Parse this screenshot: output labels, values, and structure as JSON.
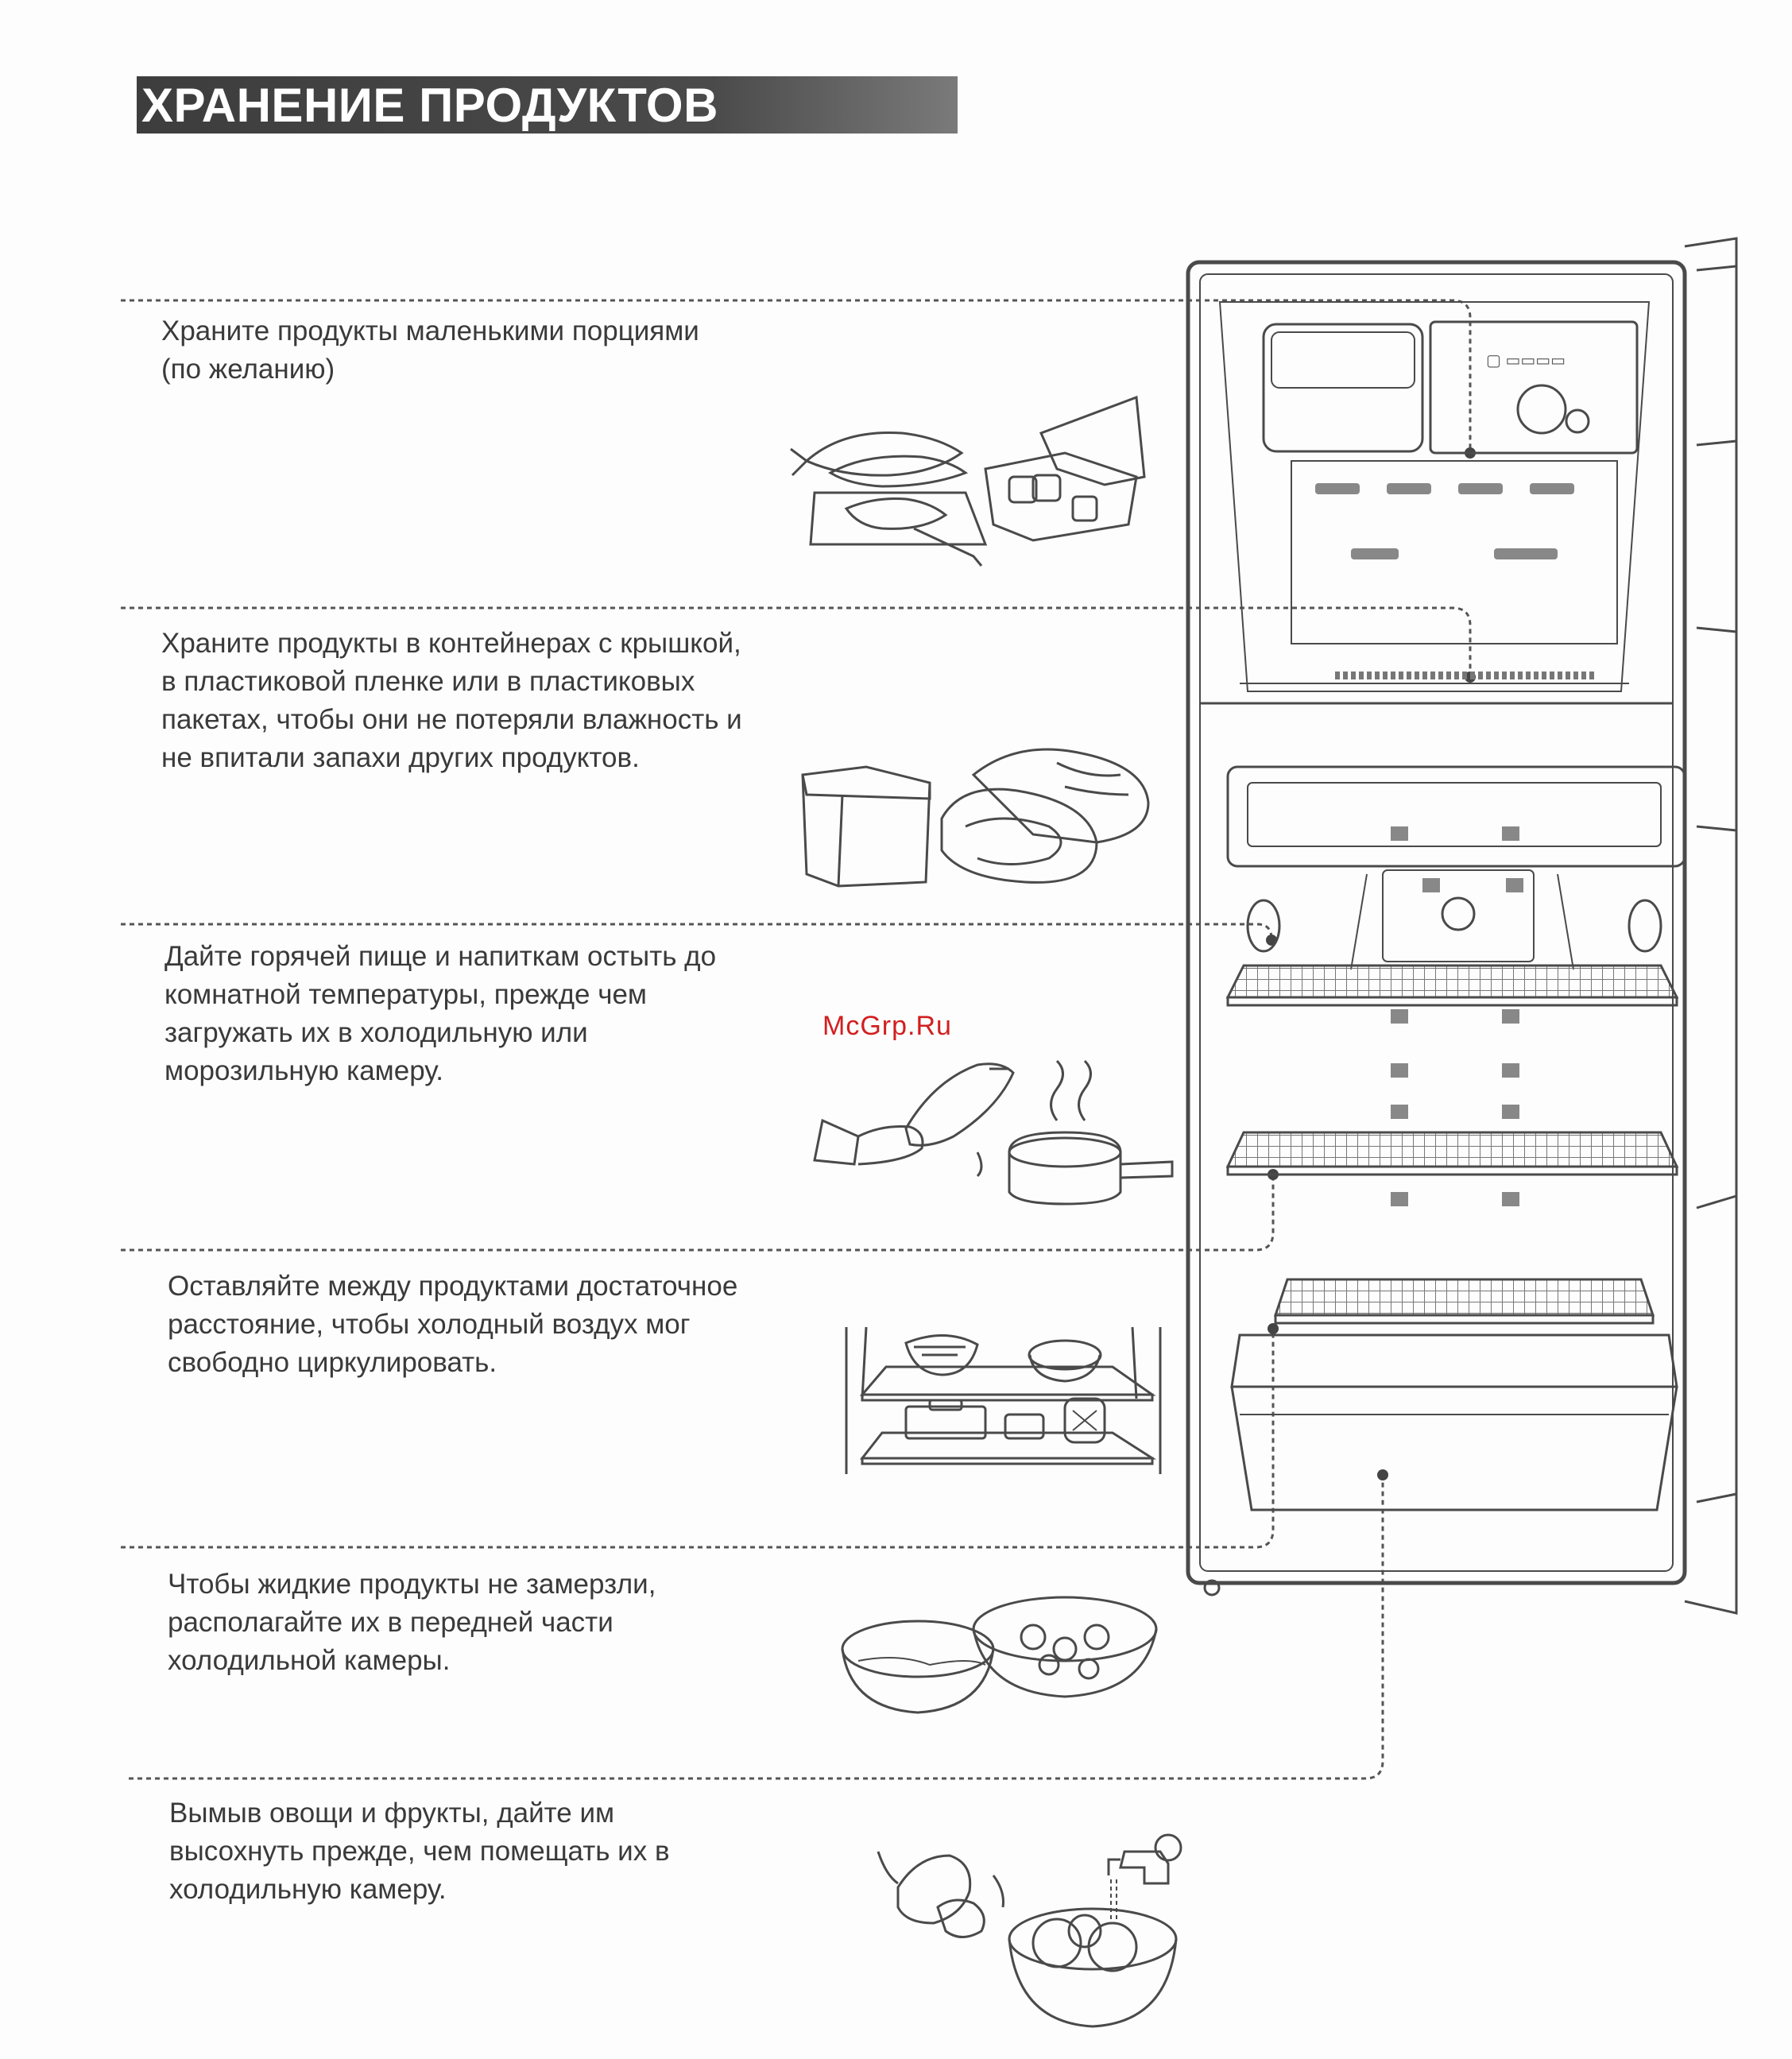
{
  "page": {
    "title": "ХРАНЕНИЕ ПРОДУКТОВ",
    "watermark": "McGrp.Ru"
  },
  "tips": [
    {
      "text": "Храните продукты маленькими порциями\n(по желанию)",
      "illustration": "fish-cutting-board-and-bags-icon"
    },
    {
      "text": "Храните продукты в контейнерах с крышкой,\nв пластиковой пленке или в пластиковых\nпакетах, чтобы они не потеряли влажность и\nне впитали запахи других продуктов.",
      "illustration": "container-and-wrapped-meat-icon"
    },
    {
      "text": "Дайте горячей пище и напиткам остыть до\nкомнатной температуры, прежде чем\nзагружать их в холодильную или\nморозильную камеру.",
      "illustration": "hot-pan-and-hand-icon"
    },
    {
      "text": "Оставляйте между продуктами достаточное\nрасстояние, чтобы холодный воздух мог\nсвободно циркулировать.",
      "illustration": "shelves-with-spaced-food-icon"
    },
    {
      "text": "Чтобы жидкие продукты не замерзли,\nрасполагайте их в передней части\nхолодильной камеры.",
      "illustration": "bowls-of-liquid-food-icon"
    },
    {
      "text": "Вымыв овощи и фрукты, дайте им\nвысохнуть прежде, чем помещать их в\nхолодильную камеру.",
      "illustration": "washing-vegetables-under-tap-icon"
    }
  ],
  "colors": {
    "title_bar": "#454545",
    "line_art": "#4a4a4a",
    "watermark": "#d21f1f"
  }
}
